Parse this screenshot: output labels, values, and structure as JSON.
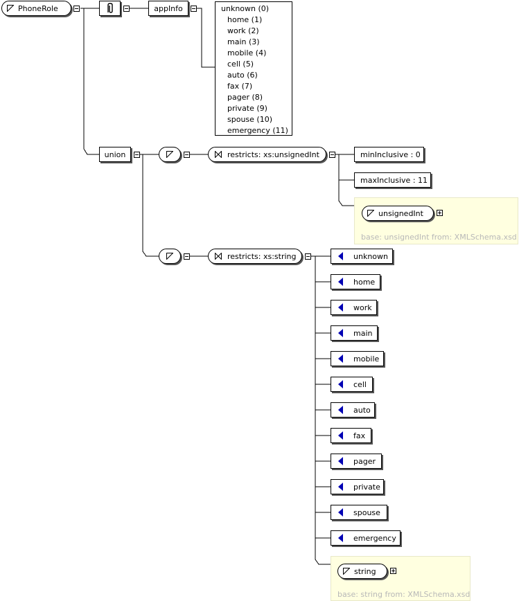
{
  "root": {
    "name": "PhoneRole"
  },
  "annotation": {
    "appinfo_label": "appInfo",
    "values": [
      "unknown (0)",
      "home (1)",
      "work (2)",
      "main (3)",
      "mobile (4)",
      "cell (5)",
      "auto (6)",
      "fax (7)",
      "pager (8)",
      "private (9)",
      "spouse (10)",
      "emergency (11)"
    ]
  },
  "union": {
    "label": "union",
    "member1": {
      "restriction": "restricts: xs:unsignedInt",
      "facets": [
        "minInclusive : 0",
        "maxInclusive : 11"
      ],
      "base_type": "unsignedInt",
      "base_note": "base: unsignedInt from: XMLSchema.xsd"
    },
    "member2": {
      "restriction": "restricts: xs:string",
      "enumerations": [
        "unknown",
        "home",
        "work",
        "main",
        "mobile",
        "cell",
        "auto",
        "fax",
        "pager",
        "private",
        "spouse",
        "emergency"
      ],
      "base_type": "string",
      "base_note": "base: string from: XMLSchema.xsd"
    }
  },
  "colors": {
    "enum_arrow": "#0000b4",
    "base_panel": "#ffffe0",
    "note_text": "#b8b8b8"
  }
}
